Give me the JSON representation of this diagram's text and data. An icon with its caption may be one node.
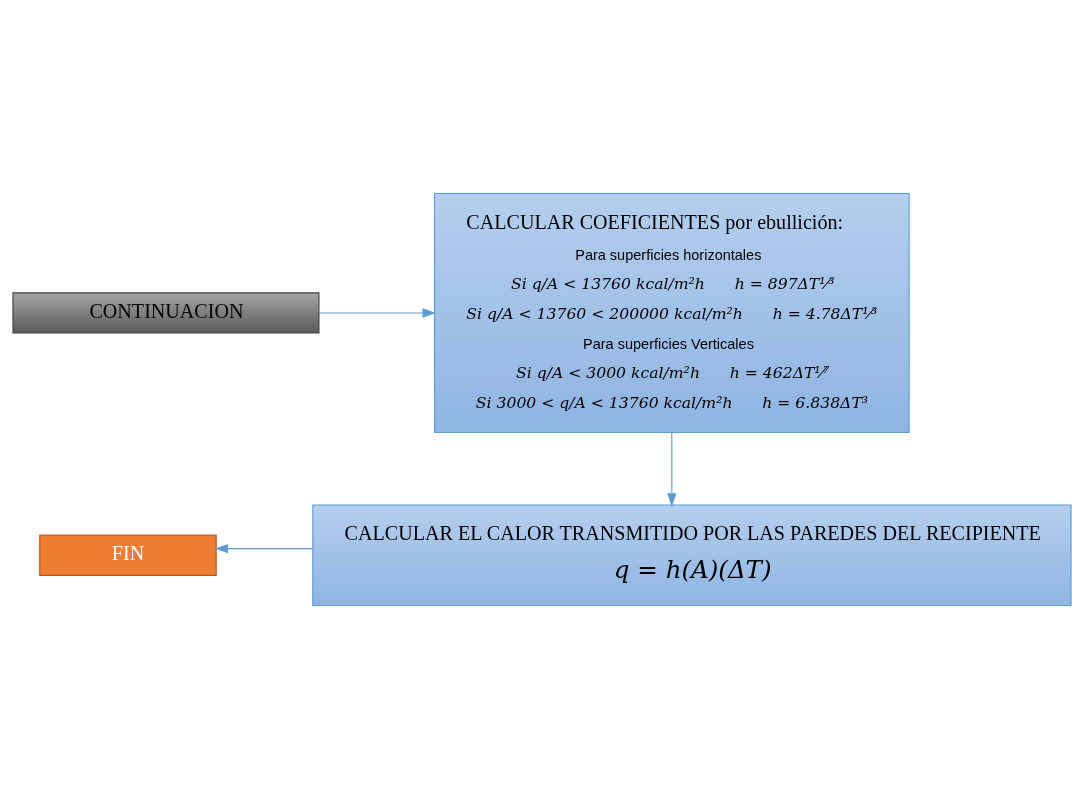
{
  "diagram": {
    "nodes": [
      {
        "text": [
          "CONTINUACION"
        ]
      },
      {
        "text": [
          "CALCULAR COEFICIENTES por ebullición:",
          "Para superficies horizontales",
          "Si q/A < 13760 kcal/m²h      h = 897ΔT¹⁄³",
          "Si q/A < 13760 < 200000 kcal/m²h      h = 4.78ΔT¹⁄³",
          "Para superficies Verticales",
          "Si q/A < 3000 kcal/m²h      h = 462ΔT¹⁄⁷",
          "Si 3000 < q/A < 13760 kcal/m²h      h = 6.838ΔT³"
        ]
      },
      {
        "text": [
          "CALCULAR EL CALOR TRANSMITIDO POR LAS PAREDES DEL RECIPIENTE",
          "q = h(A)(ΔT)"
        ]
      },
      {
        "text": [
          "FIN"
        ]
      }
    ],
    "edges": [
      {
        "from": 0,
        "to": 1,
        "arrow": "to"
      },
      {
        "from": 1,
        "to": 2,
        "arrow": "to"
      },
      {
        "from": 2,
        "to": 3,
        "arrow": "to"
      }
    ]
  }
}
